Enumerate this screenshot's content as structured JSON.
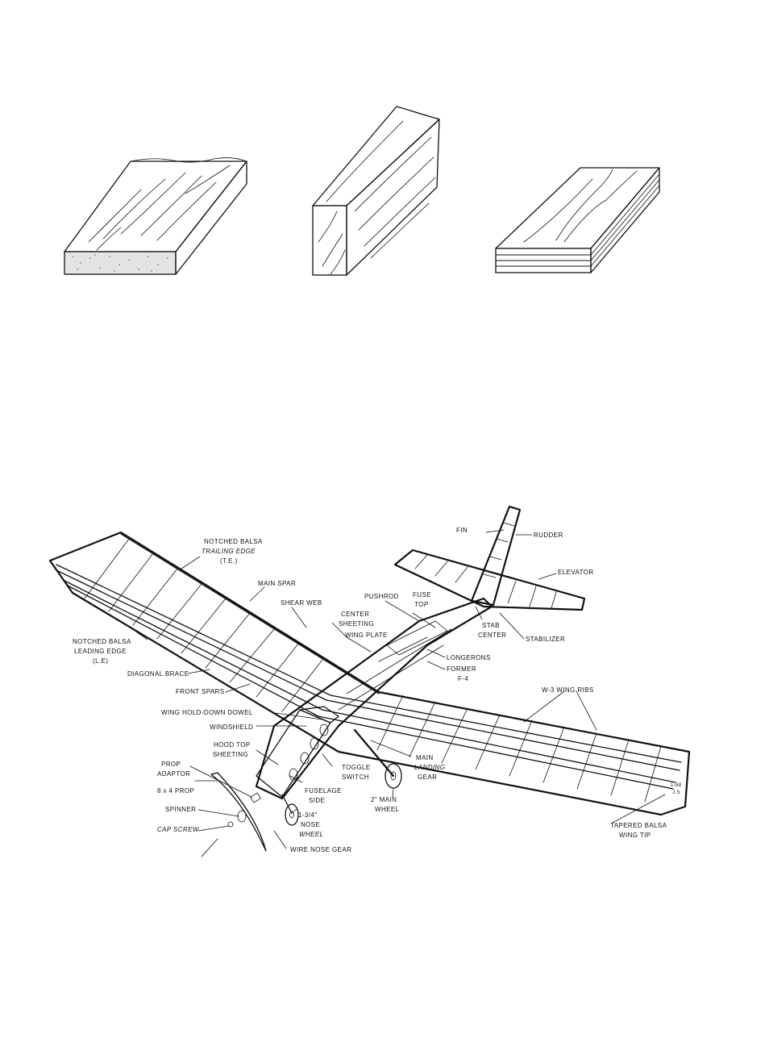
{
  "labels": {
    "fin": "FIN",
    "rudder": "RUDDER",
    "notched_balsa_te": "NOTCHED BALSA",
    "trailing_edge": "TRAILING EDGE",
    "te_abbr": "(T.E.)",
    "elevator": "ELEVATOR",
    "main_spar": "MAIN SPAR",
    "pushrod": "PUSHROD",
    "fuse": "FUSE",
    "top": "TOP",
    "shear_web": "SHEAR WEB",
    "center": "CENTER",
    "sheeting": "SHEETING",
    "wing_plate": "WING PLATE",
    "stab": "STAB",
    "stab_center": "CENTER",
    "stabilizer": "STABILIZER",
    "notched_balsa_le": "NOTCHED BALSA",
    "leading_edge": "LEADING EDGE",
    "le_abbr": "(L.E)",
    "longerons": "LONGERONS",
    "former": "FORMER",
    "f4": "F-4",
    "diagonal_brace": "DIAGONAL BRACE",
    "front_spars": "FRONT SPARS",
    "w3_wing_ribs": "W-3 WING RIBS",
    "wing_hold_down_dowel": "WING HOLD-DOWN DOWEL",
    "windshield": "WINDSHIELD",
    "hood_top": "HOOD TOP",
    "hood_sheeting": "SHEETING",
    "prop": "PROP",
    "adaptor": "ADAPTOR",
    "toggle": "TOGGLE",
    "switch": "SWITCH",
    "main": "MAIN",
    "landing": "LANDING",
    "gear": "GEAR",
    "prop_8x4": "8 x 4 PROP",
    "fuselage": "FUSELAGE",
    "side": "SIDE",
    "two_inch_main": "2\" MAIN",
    "wheel": "WHEEL",
    "spinner": "SPINNER",
    "one_three_quarter": "1-3/4\"",
    "nose": "NOSE",
    "nose_wheel": "WHEEL",
    "cap_screw": "CAP SCREW",
    "wire_nose_gear": "WIRE NOSE GEAR",
    "tapered_balsa": "TAPERED BALSA",
    "wing_tip": "WING TIP",
    "signature_1": "1-88",
    "signature_2": "J.S"
  }
}
